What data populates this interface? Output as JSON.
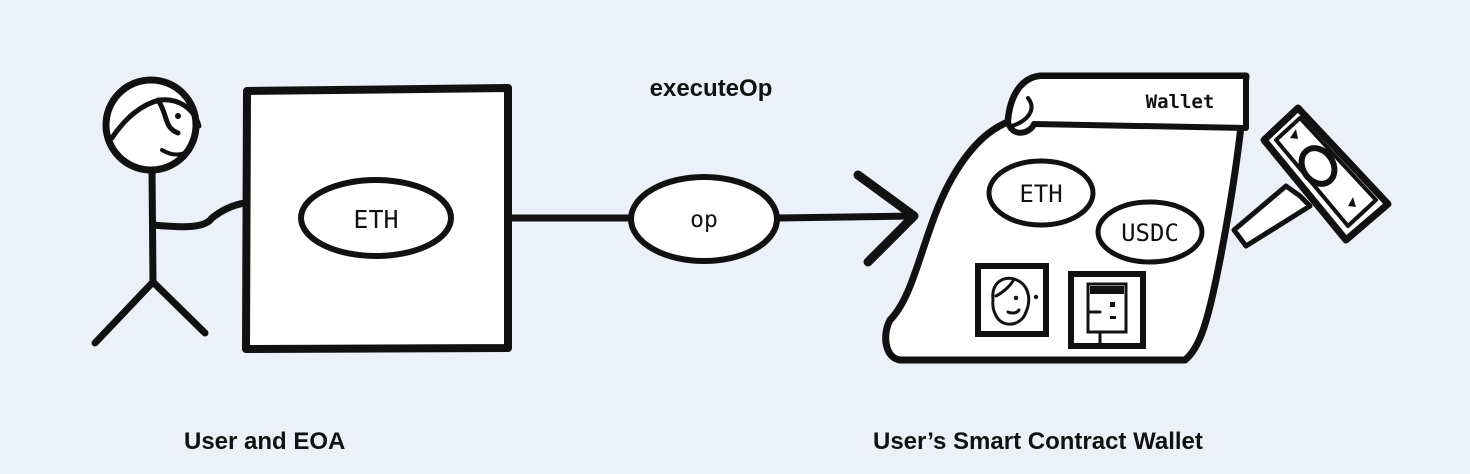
{
  "left": {
    "token_label": "ETH",
    "caption": "User and EOA"
  },
  "connector": {
    "function_label": "executeOp",
    "op_label": "op"
  },
  "right": {
    "scroll_title": "Wallet",
    "token_eth": "ETH",
    "token_usdc": "USDC",
    "caption": "User’s Smart Contract Wallet"
  },
  "colors": {
    "background": "#ecf0f8",
    "ink": "#111111",
    "paper": "#ffffff"
  },
  "icons": [
    "stick-figure-user-icon",
    "eoa-box-icon",
    "arrow-icon",
    "scroll-wallet-icon",
    "banknote-icon",
    "face-nft-icon",
    "robot-nft-icon"
  ]
}
